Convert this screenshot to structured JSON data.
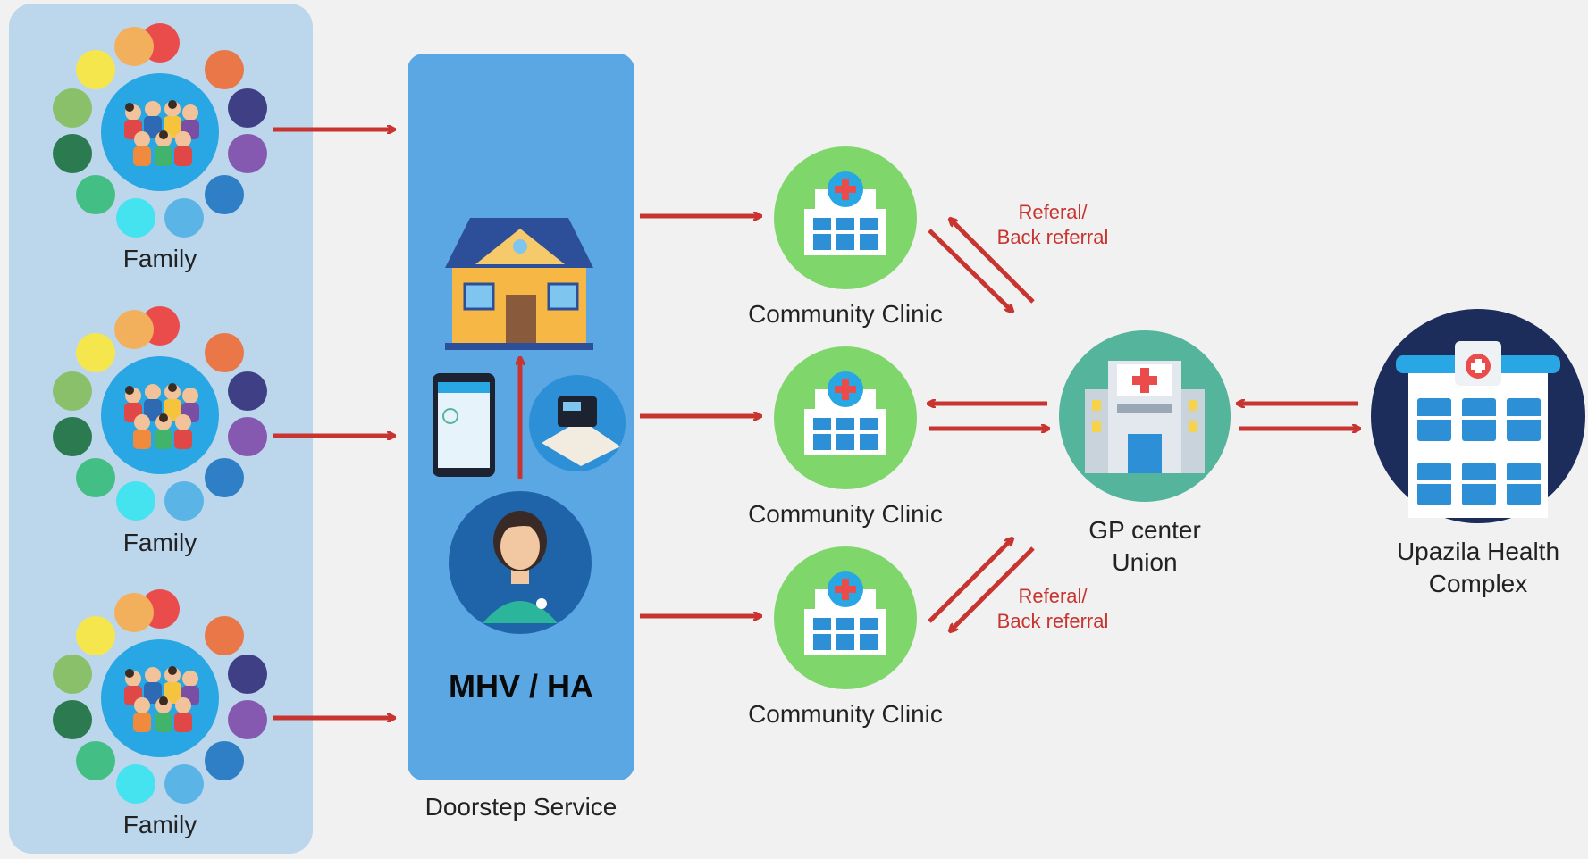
{
  "families": [
    {
      "label": "Family"
    },
    {
      "label": "Family"
    },
    {
      "label": "Family"
    }
  ],
  "mhv": {
    "label": "MHV / HA"
  },
  "doorstep": {
    "label": "Doorstep Service"
  },
  "clinics": [
    {
      "label": "Community Clinic"
    },
    {
      "label": "Community Clinic"
    },
    {
      "label": "Community Clinic"
    }
  ],
  "referral_top": {
    "line1": "Referal/",
    "line2": "Back referral"
  },
  "referral_bottom": {
    "line1": "Referal/",
    "line2": "Back referral"
  },
  "gp_center": {
    "line1": "GP center",
    "line2": "Union"
  },
  "upazila": {
    "line1": "Upazila Health",
    "line2": "Complex"
  },
  "colors": {
    "arrow": "#c8342f",
    "family_panel": "#bcd6ec",
    "doorstep_panel": "#5aa7e3",
    "clinic_circle": "#7fd66b",
    "gp_circle": "#55b59c",
    "upazila_circle": "#1d2d5b"
  },
  "icons": [
    "family-group-icon",
    "house-icon",
    "mobile-phone-icon",
    "medical-device-icon",
    "health-worker-icon",
    "clinic-building-icon",
    "gp-center-building-icon",
    "hospital-icon"
  ]
}
